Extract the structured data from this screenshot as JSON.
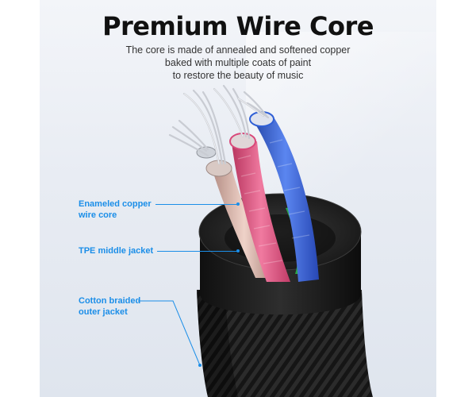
{
  "header": {
    "title": "Premium Wire Core",
    "subtitle_lines": [
      "The core is made of annealed and softened copper",
      "baked with multiple coats of paint",
      "to restore the beauty of music"
    ]
  },
  "callouts": [
    {
      "lines": [
        "Enameled copper",
        "wire core"
      ]
    },
    {
      "lines": [
        "TPE middle jacket"
      ]
    },
    {
      "lines": [
        "Cotton braided",
        "outer jacket"
      ]
    }
  ],
  "colors": {
    "accent": "#1b8ee8",
    "title": "#111111",
    "wire_red": "#d9487a",
    "wire_blue": "#2f5fd6",
    "wire_green": "#2aa84a",
    "jacket": "#1c1c1c"
  }
}
